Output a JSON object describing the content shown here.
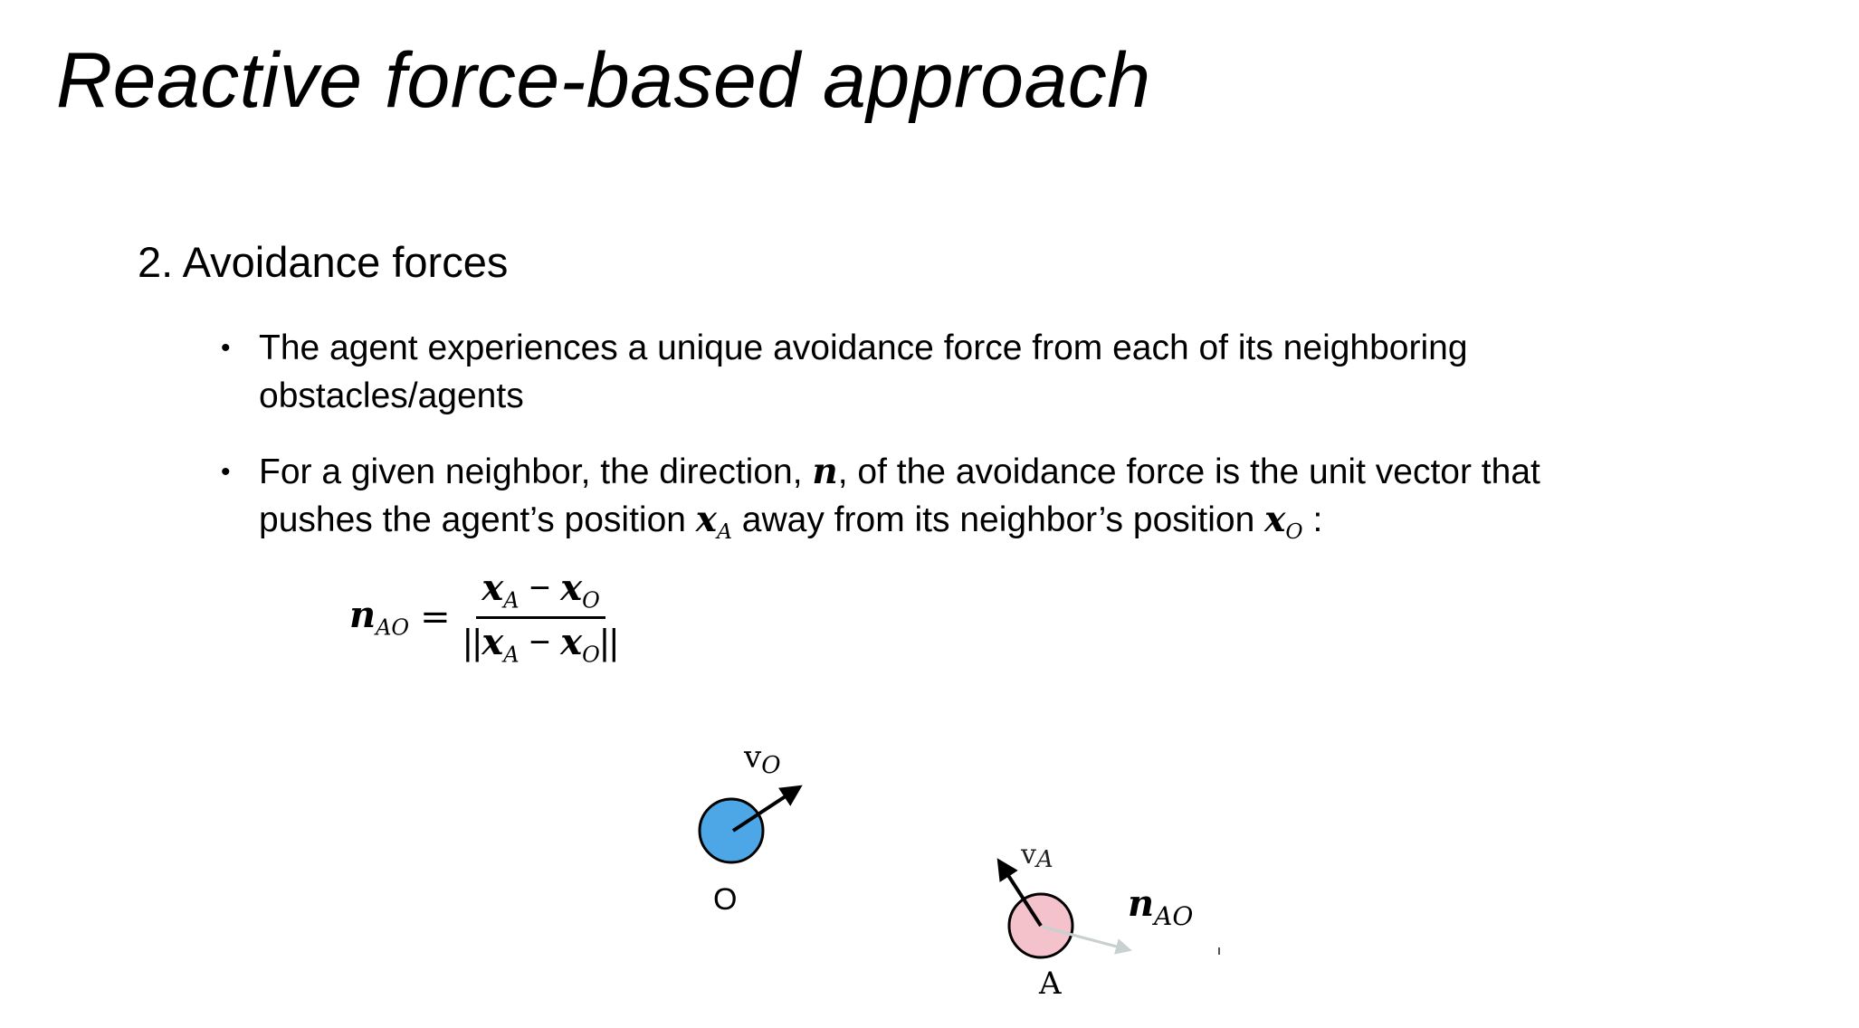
{
  "slide": {
    "title": "Reactive force-based approach",
    "heading": "2. Avoidance forces",
    "bullets": [
      {
        "line1": "The agent experiences a unique avoidance force from each of its neighboring",
        "line2": "obstacles/agents"
      },
      {
        "pre": "For a given neighbor, the direction, ",
        "n": "n",
        "mid": ", of the avoidance force is the unit vector that",
        "line2_pre": "pushes the agent’s position ",
        "xA": "x",
        "xA_sub": "A",
        "line2_mid": " away from its neighbor’s position ",
        "xO": "x",
        "xO_sub": "O",
        "line2_end": " :"
      }
    ],
    "formula": {
      "lhs": "n",
      "lhs_sub": "AO",
      "equals": "=",
      "x": "x",
      "sub_a": "A",
      "sub_o": "O",
      "minus": "−",
      "norm_bars": "||"
    },
    "diagram": {
      "obstacle_label": "O",
      "obstacle_velocity": "v",
      "obstacle_velocity_sub": "O",
      "agent_label": "A",
      "agent_velocity": "v",
      "agent_velocity_sub": "A",
      "force_label": "n",
      "force_label_sub": "AO",
      "colors": {
        "obstacle": "#4da6e6",
        "agent": "#f3c2cb",
        "force_arrow": "#c8d0d0"
      }
    }
  }
}
